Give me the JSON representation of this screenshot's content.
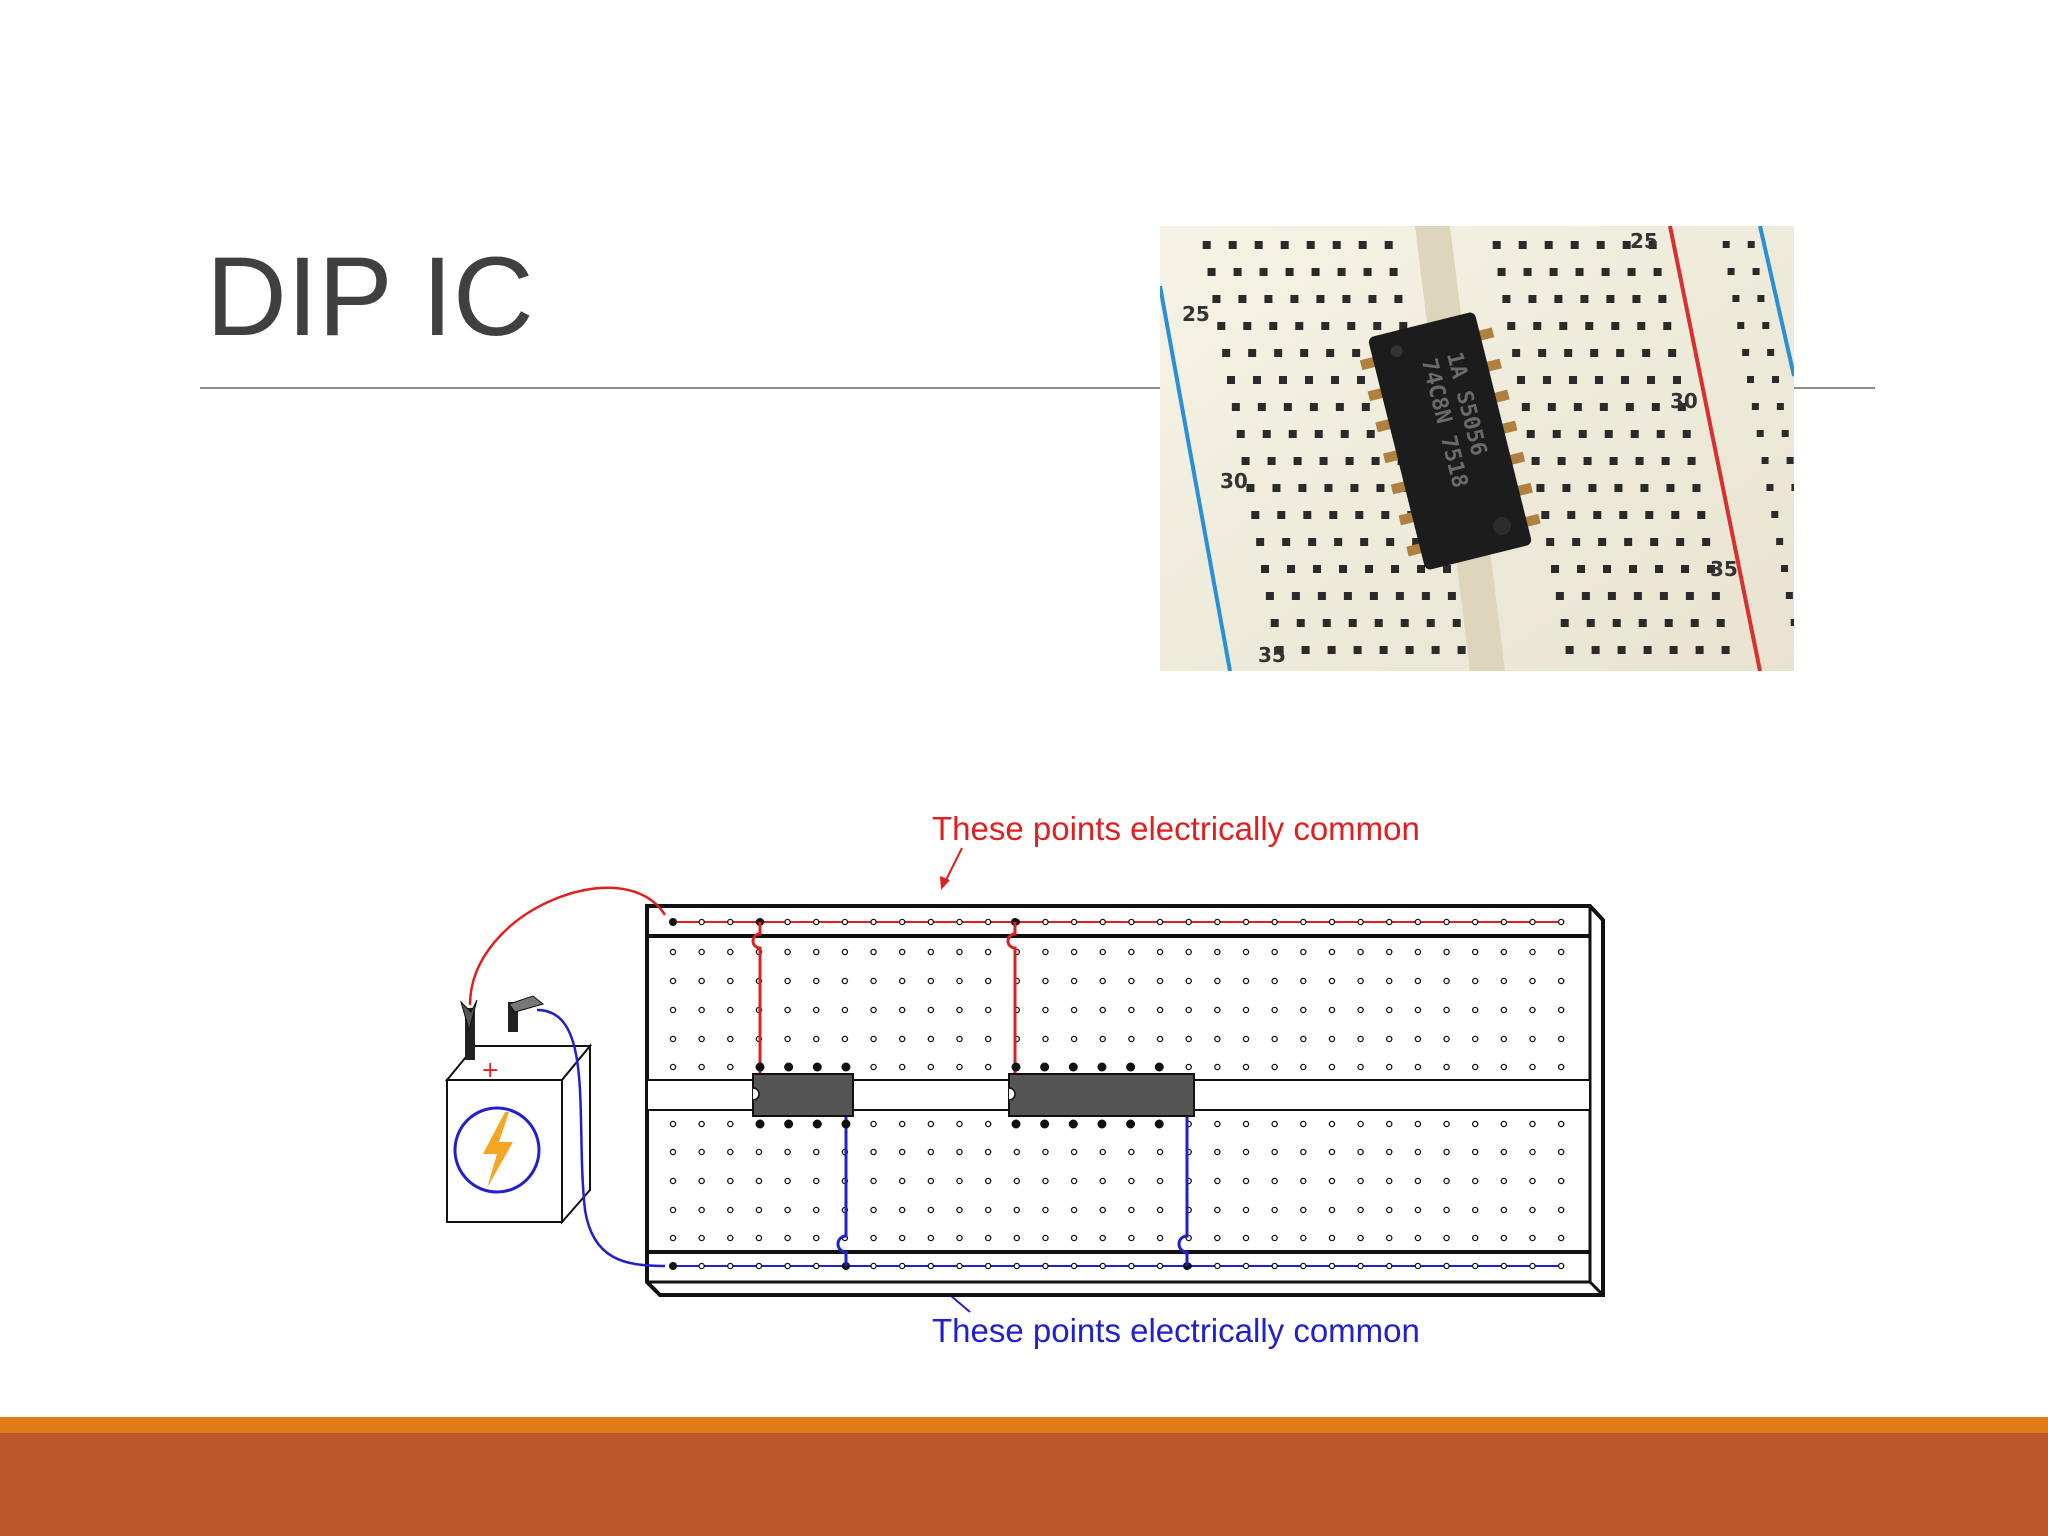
{
  "slide": {
    "title": "DIP IC"
  },
  "photo": {
    "row_numbers": [
      "25",
      "25",
      "30",
      "30",
      "35",
      "35"
    ],
    "chip_markings": [
      "74C8N 7518",
      "1A S5056"
    ]
  },
  "diagram": {
    "annotation_top": "These points electrically common",
    "annotation_bottom": "These points electrically common",
    "battery_plus": "+",
    "battery_minus": "-"
  },
  "colors": {
    "accent_orange": "#e07b16",
    "bar_rust": "#bd582c",
    "positive_wire": "#e02020",
    "negative_wire": "#2020d0",
    "bolt": "#f5a623"
  },
  "icons": {
    "battery": "battery-icon",
    "lightning": "lightning-bolt-icon"
  }
}
